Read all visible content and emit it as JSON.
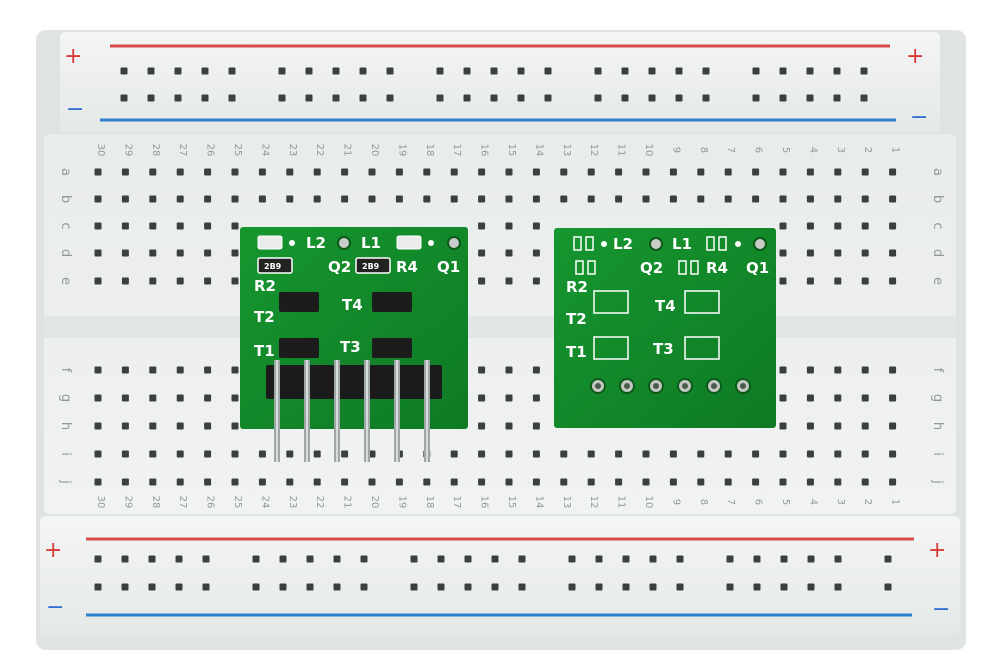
{
  "breadboard": {
    "rail_plus_sign": "+",
    "rail_minus_sign": "−",
    "column_numbers": [
      "30",
      "29",
      "28",
      "27",
      "26",
      "25",
      "24",
      "23",
      "22",
      "21",
      "20",
      "19",
      "18",
      "17",
      "16",
      "15",
      "14",
      "13",
      "12",
      "11",
      "10",
      "9",
      "8",
      "7",
      "6",
      "5",
      "4",
      "3",
      "2",
      "1"
    ],
    "row_letters_top": [
      "a",
      "b",
      "c",
      "d",
      "e"
    ],
    "row_letters_bottom": [
      "f",
      "g",
      "h",
      "i",
      "j"
    ],
    "colors": {
      "body": "#eef1f0",
      "hole": "#3a3f3f",
      "red_line": "#d94a4a",
      "blue_line": "#2f7fd0",
      "plus_sign": "#d83a3a",
      "minus_sign": "#2f6fd0"
    }
  },
  "boards": [
    {
      "labels": {
        "l2": "L2",
        "l1": "L1",
        "q2": "Q2",
        "r4": "R4",
        "q1": "Q1",
        "r2": "R2",
        "t2": "T2",
        "t4": "T4",
        "t1": "T1",
        "t3": "T3"
      },
      "smd_marks": [
        "2B9",
        "2B9"
      ],
      "side": "front",
      "color": "#138a2a"
    },
    {
      "labels": {
        "l2": "L2",
        "l1": "L1",
        "q2": "Q2",
        "r4": "R4",
        "q1": "Q1",
        "r2": "R2",
        "t2": "T2",
        "t4": "T4",
        "t1": "T1",
        "t3": "T3"
      },
      "side": "bare",
      "color": "#138a2a"
    }
  ]
}
